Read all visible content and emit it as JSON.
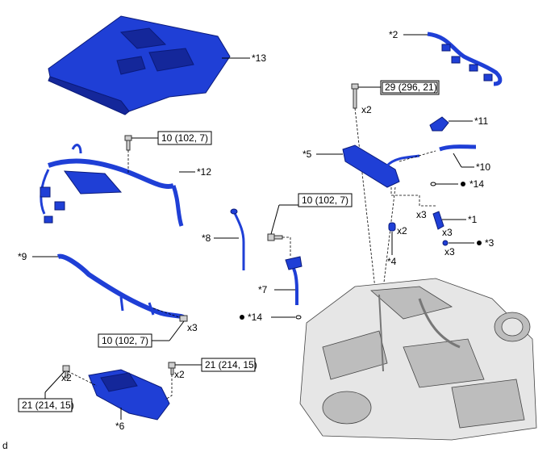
{
  "parts": {
    "p13": "*13",
    "p2": "*2",
    "p11": "*11",
    "p5": "*5",
    "p10": "*10",
    "p12": "*12",
    "p14a": "*14",
    "p1": "*1",
    "p3": "*3",
    "p4": "*4",
    "p8": "*8",
    "p9": "*9",
    "p7": "*7",
    "p14b": "*14",
    "p6": "*6"
  },
  "torques": {
    "t_top": "29 (296, 21)",
    "t_12": "10 (102, 7)",
    "t_7": "10 (102, 7)",
    "t_9": "10 (102, 7)",
    "t_6a": "21 (214, 15)",
    "t_6b": "21 (214, 15)"
  },
  "qty": {
    "q_top": "x2",
    "q_14": "x3",
    "q_1": "x3",
    "q_3": "x3",
    "q_4": "x2",
    "q_9": "x3",
    "q_6a": "x2",
    "q_6b": "x2"
  },
  "marks": {
    "dot": "●"
  },
  "footer": {
    "code": "d"
  },
  "colors": {
    "part_blue": "#1f3fd6",
    "part_edge": "#0a1a7a",
    "engine_grey": "#e6e6e6"
  }
}
